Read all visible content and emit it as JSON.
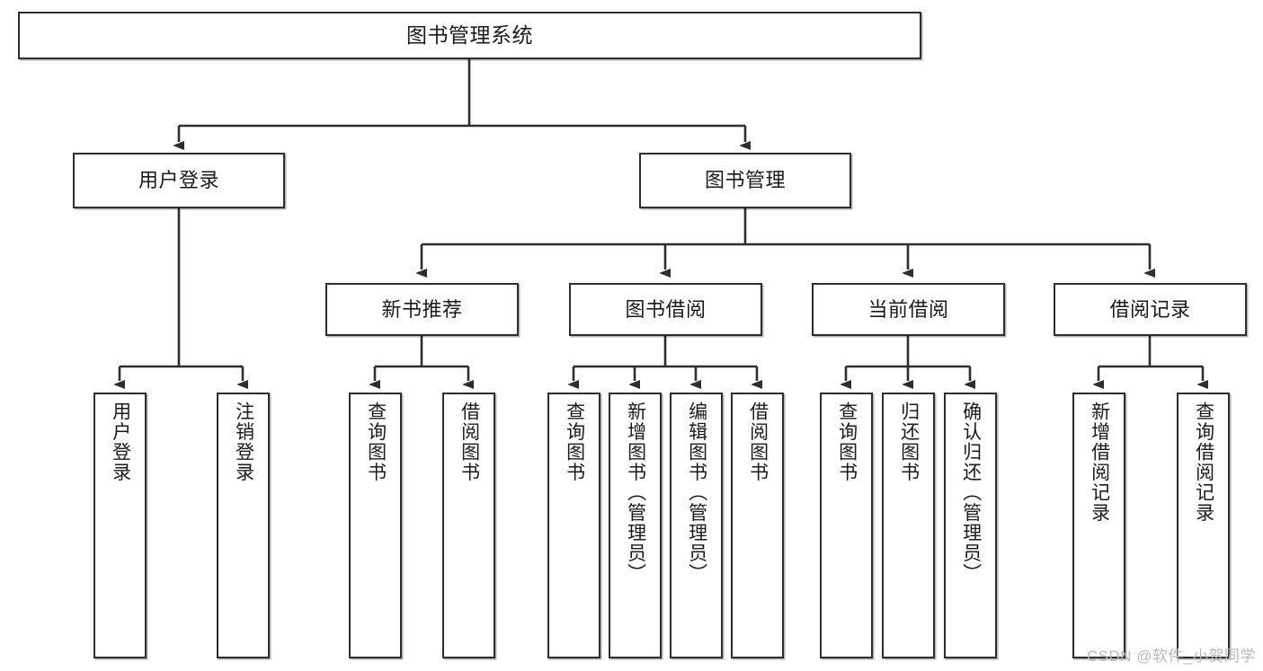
{
  "diagram": {
    "title": "图书管理系统",
    "type": "tree",
    "nodes": {
      "root": {
        "label": "图书管理系统"
      },
      "level2": [
        {
          "id": "user-login",
          "label": "用户登录"
        },
        {
          "id": "book-manage",
          "label": "图书管理"
        }
      ],
      "level3": [
        {
          "id": "new-book-recommend",
          "label": "新书推荐"
        },
        {
          "id": "book-borrow",
          "label": "图书借阅"
        },
        {
          "id": "current-borrow",
          "label": "当前借阅"
        },
        {
          "id": "borrow-record",
          "label": "借阅记录"
        }
      ],
      "leaves": {
        "user_login": [
          {
            "id": "leaf-user-login",
            "label": "用户登录"
          },
          {
            "id": "leaf-logout-login",
            "label": "注销登录"
          }
        ],
        "new_book_recommend": [
          {
            "id": "leaf-query-book-1",
            "label": "查询图书"
          },
          {
            "id": "leaf-borrow-book-1",
            "label": "借阅图书"
          }
        ],
        "book_borrow": [
          {
            "id": "leaf-query-book-2",
            "label": "查询图书"
          },
          {
            "id": "leaf-add-book",
            "label": "新增图书（管理员）"
          },
          {
            "id": "leaf-edit-book",
            "label": "编辑图书（管理员）"
          },
          {
            "id": "leaf-borrow-book-2",
            "label": "借阅图书"
          }
        ],
        "current_borrow": [
          {
            "id": "leaf-query-book-3",
            "label": "查询图书"
          },
          {
            "id": "leaf-return-book",
            "label": "归还图书"
          },
          {
            "id": "leaf-confirm-return",
            "label": "确认归还（管理员）"
          }
        ],
        "borrow_record": [
          {
            "id": "leaf-add-record",
            "label": "新增借阅记录"
          },
          {
            "id": "leaf-query-record",
            "label": "查询借阅记录"
          }
        ]
      }
    },
    "colors": {
      "stroke": "#2e2e2e",
      "fill": "#ffffff",
      "text": "#1b1b1b",
      "watermark": "#b9b9b9"
    }
  },
  "watermark": {
    "text": "CSDN @软件_小贺同学"
  }
}
